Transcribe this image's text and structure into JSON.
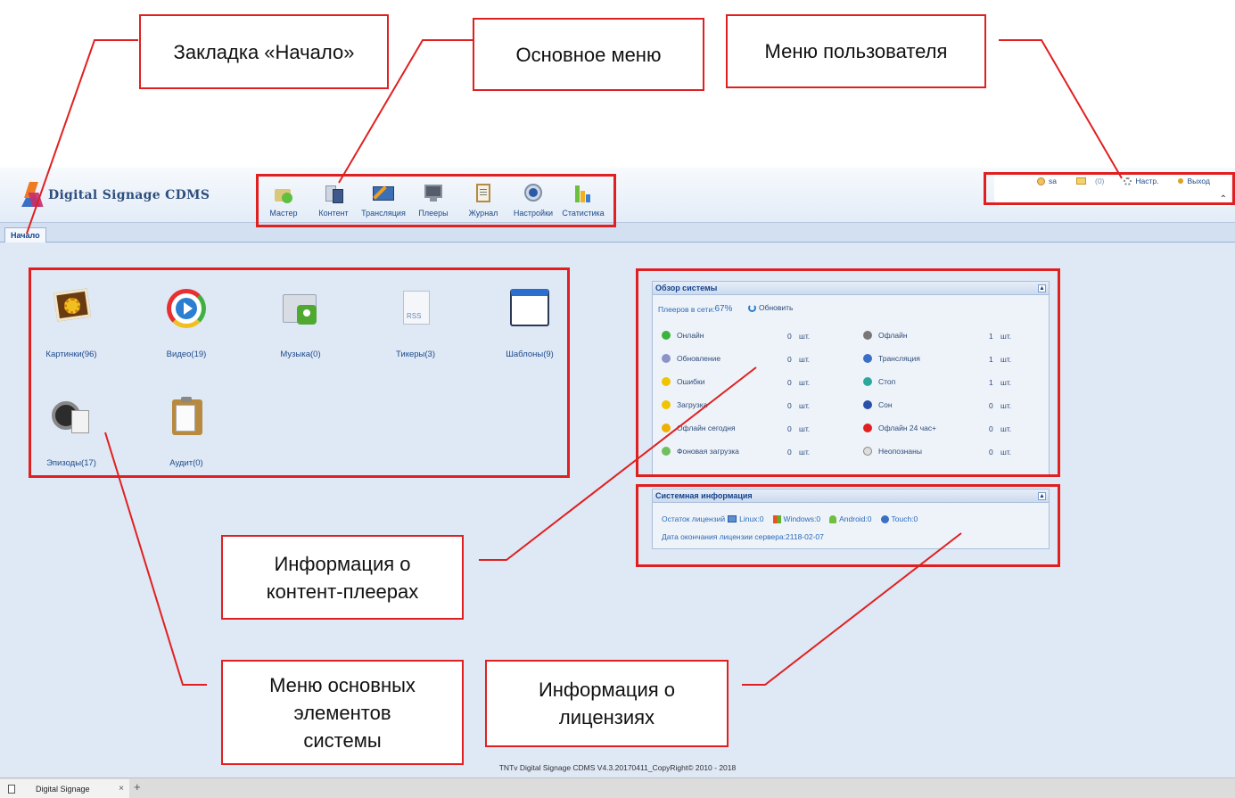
{
  "annotations": {
    "home_tab": "Закладка «Начало»",
    "main_menu": "Основное меню",
    "user_menu": "Меню пользователя",
    "player_info": "Информация о\nконтент-плеерах",
    "system_menu": "Меню основных\nэлементов\nсистемы",
    "license_info": "Информация о\nлицензиях"
  },
  "app": {
    "logo_text": "Digital Signage CDMS",
    "main_menu": [
      {
        "label": "Мастер",
        "icon": "wizard-icon"
      },
      {
        "label": "Контент",
        "icon": "content-icon"
      },
      {
        "label": "Трансляция",
        "icon": "broadcast-icon"
      },
      {
        "label": "Плееры",
        "icon": "players-icon"
      },
      {
        "label": "Журнал",
        "icon": "journal-icon"
      },
      {
        "label": "Настройки",
        "icon": "settings-icon"
      },
      {
        "label": "Статистика",
        "icon": "statistics-icon"
      }
    ],
    "user_menu": {
      "user": "sa",
      "messages": "(0)",
      "settings": "Настр.",
      "logout": "Выход"
    },
    "tab_home": "Начало",
    "desktop_items": [
      {
        "label": "Картинки(96)",
        "icon": "pictures-icon"
      },
      {
        "label": "Видео(19)",
        "icon": "video-icon"
      },
      {
        "label": "Музыка(0)",
        "icon": "music-icon"
      },
      {
        "label": "Тикеры(3)",
        "icon": "rss-icon"
      },
      {
        "label": "Шаблоны(9)",
        "icon": "templates-icon"
      },
      {
        "label": "Эпизоды(17)",
        "icon": "episodes-icon"
      },
      {
        "label": "Аудит(0)",
        "icon": "audit-icon"
      }
    ],
    "system_overview": {
      "title": "Обзор системы",
      "online_prefix": "Плееров в сети:",
      "online_percent": "67%",
      "refresh": "Обновить",
      "unit": "шт.",
      "left": [
        {
          "label": "Онлайн",
          "count": "0",
          "color": "#3cb33c"
        },
        {
          "label": "Обновление",
          "count": "0",
          "color": "#8a94c8"
        },
        {
          "label": "Ошибки",
          "count": "0",
          "color": "#f0c400"
        },
        {
          "label": "Загрузка",
          "count": "0",
          "color": "#f0c400"
        },
        {
          "label": "Офлайн сегодня",
          "count": "0",
          "color": "#f0b000"
        },
        {
          "label": "Фоновая загрузка",
          "count": "0",
          "color": "#6fbf5f"
        }
      ],
      "right": [
        {
          "label": "Офлайн",
          "count": "1",
          "color": "#777777"
        },
        {
          "label": "Трансляция",
          "count": "1",
          "color": "#3a6fc4"
        },
        {
          "label": "Стоп",
          "count": "1",
          "color": "#2aa89a"
        },
        {
          "label": "Сон",
          "count": "0",
          "color": "#2a4fa8"
        },
        {
          "label": "Офлайн 24 час+",
          "count": "0",
          "color": "#e02020"
        },
        {
          "label": "Неопознаны",
          "count": "0",
          "color": "#888888"
        }
      ]
    },
    "system_info": {
      "title": "Системная информация",
      "licenses_label": "Остаток лицензий",
      "linux": "Linux:0",
      "windows": "Windows:0",
      "android": "Android:0",
      "touch": "Touch:0",
      "expiry": "Дата окончания лицензии сервера:2118-02-07"
    },
    "footer": "TNTv Digital Signage CDMS V4.3.20170411_CopyRight© 2010 - 2018"
  },
  "browser": {
    "tab_title": "Digital Signage",
    "close": "×",
    "new_tab": "+"
  }
}
